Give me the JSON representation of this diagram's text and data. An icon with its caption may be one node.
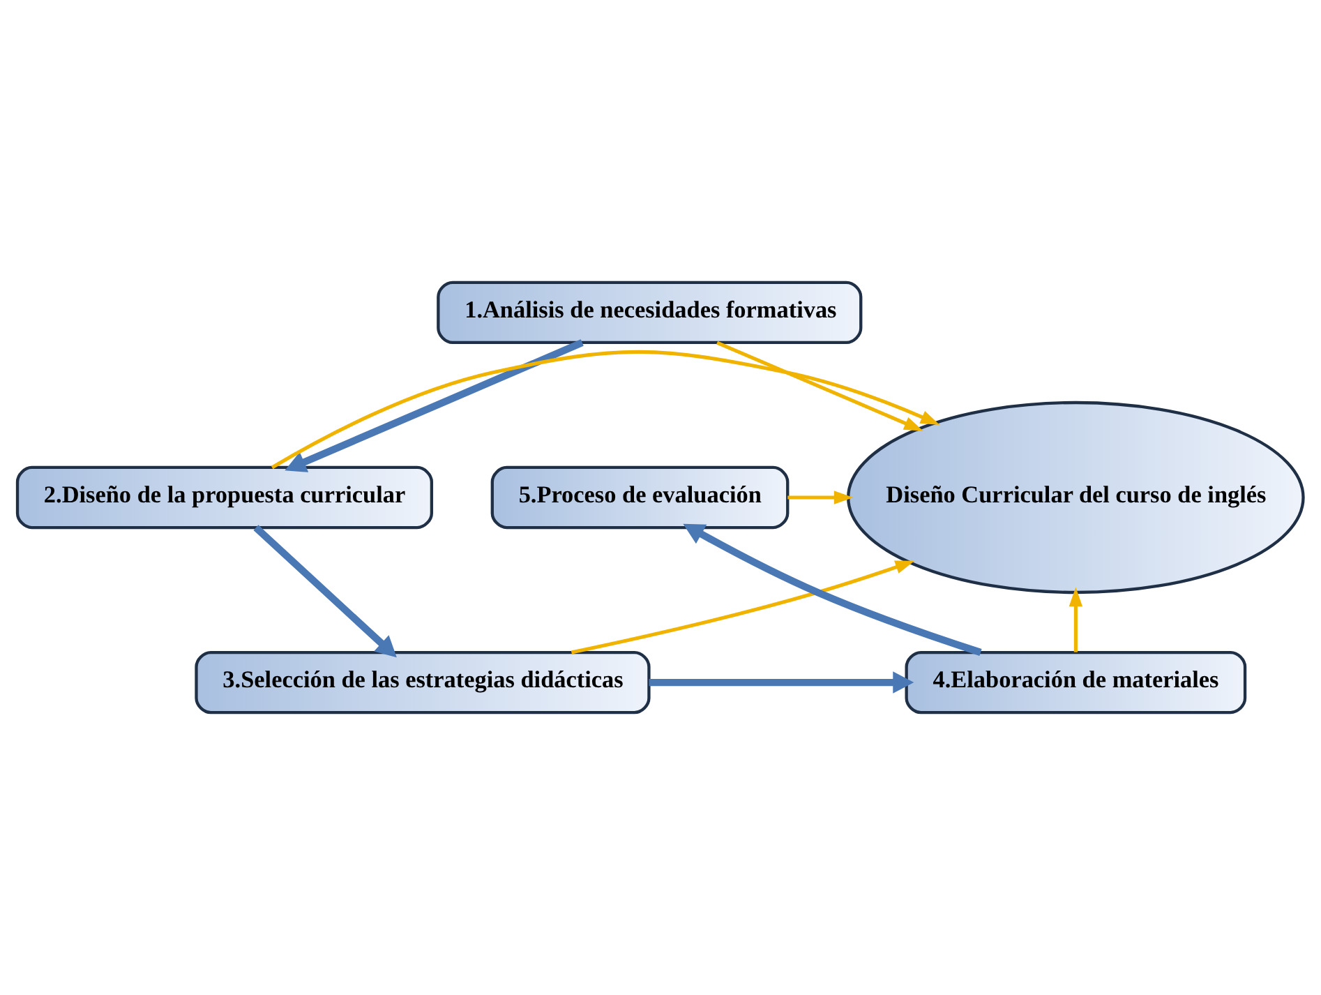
{
  "diagram": {
    "nodes": [
      {
        "text": [
          "1.Análisis de necesidades formativas"
        ]
      },
      {
        "text": [
          "Diseño Curricular del curso de inglés"
        ]
      },
      {
        "text": [
          "2.Diseño de la propuesta curricular"
        ]
      },
      {
        "text": [
          "3.Selección de las estrategias didácticas"
        ]
      },
      {
        "text": [
          "4.Elaboración de materiales"
        ]
      },
      {
        "text": [
          "5.Proceso de evaluación"
        ]
      }
    ],
    "edges": [
      {
        "from": 0,
        "to": 2,
        "arrow": "to",
        "style": "thick",
        "color": "#4a78b5"
      },
      {
        "from": 2,
        "to": 3,
        "arrow": "to",
        "style": "thick",
        "color": "#4a78b5"
      },
      {
        "from": 3,
        "to": 4,
        "arrow": "to",
        "style": "thick",
        "color": "#4a78b5"
      },
      {
        "from": 4,
        "to": 5,
        "arrow": "to",
        "style": "thick",
        "color": "#4a78b5"
      },
      {
        "from": 0,
        "to": 1,
        "arrow": "to"
      },
      {
        "from": 2,
        "to": 1,
        "arrow": "to"
      },
      {
        "from": 3,
        "to": 1,
        "arrow": "to"
      },
      {
        "from": 4,
        "to": 1,
        "arrow": "to"
      },
      {
        "from": 5,
        "to": 1,
        "arrow": "to"
      }
    ]
  }
}
